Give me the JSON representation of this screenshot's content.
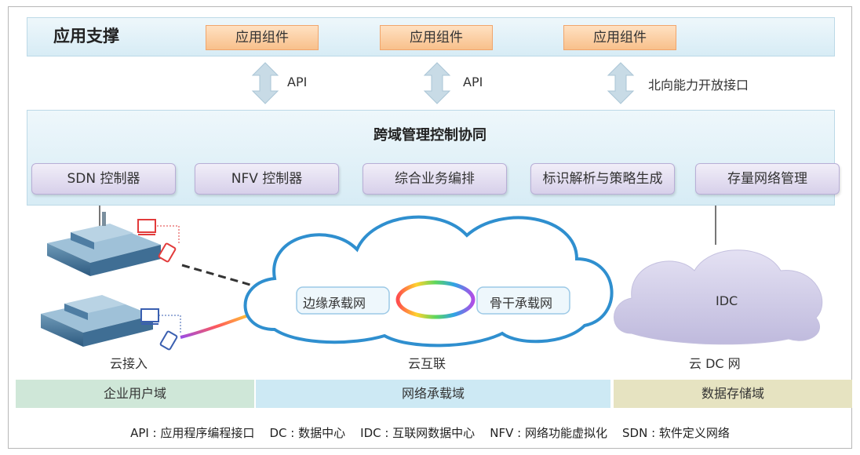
{
  "support": {
    "title": "应用支撑",
    "components": [
      "应用组件",
      "应用组件",
      "应用组件"
    ]
  },
  "interfaces": {
    "api_1": "API",
    "api_2": "API",
    "northbound": "北向能力开放接口"
  },
  "control": {
    "title": "跨域管理控制协同",
    "modules": [
      "SDN 控制器",
      "NFV 控制器",
      "综合业务编排",
      "标识解析与策略生成",
      "存量网络管理"
    ]
  },
  "network": {
    "edge_label": "边缘承载网",
    "backbone_label": "骨干承载网",
    "idc_label": "IDC"
  },
  "captions": {
    "access": "云接入",
    "interconnect": "云互联",
    "dc_network": "云 DC 网"
  },
  "domains": {
    "enterprise": "企业用户域",
    "network": "网络承载域",
    "storage": "数据存储域"
  },
  "legend": "API : 应用程序编程接口    DC : 数据中心    IDC : 互联网数据中心    NFV : 网络功能虚拟化    SDN : 软件定义网络",
  "colors": {
    "domain_enterprise": "#cfe7d8",
    "domain_network": "#cde9f4",
    "domain_storage": "#e6e3c1",
    "component_fill": "#f8c08b",
    "module_fill": "#d7d0ea",
    "cloud_stroke": "#2f8fcf",
    "idc_cloud_fill": "#cfcbe6"
  }
}
